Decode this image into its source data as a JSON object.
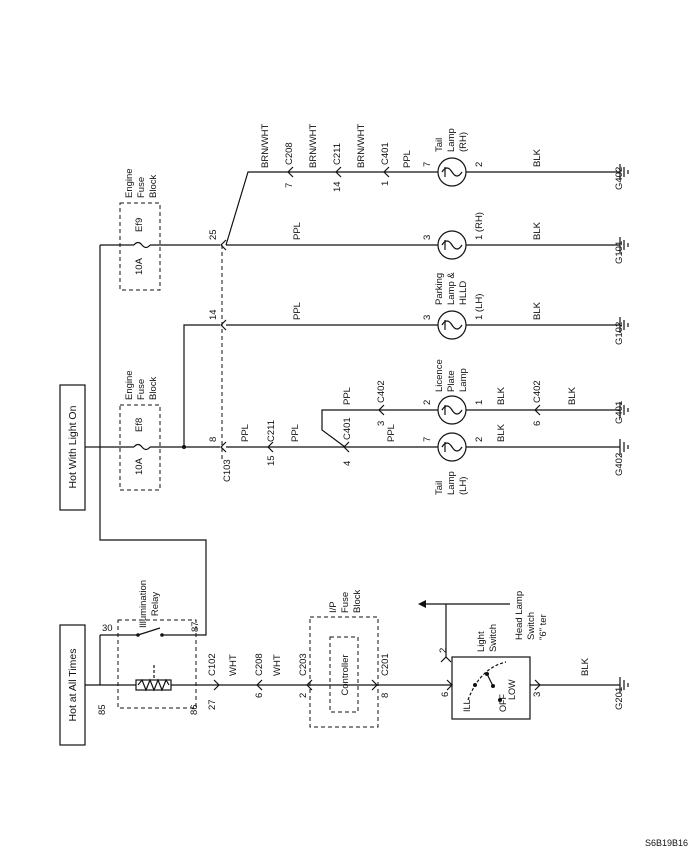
{
  "figure_code": "S6B19B16",
  "power": {
    "always": "Hot at All Times",
    "light_on": "Hot With Light On"
  },
  "relay": {
    "name": "Illumination Relay",
    "pins": [
      "30",
      "87",
      "85",
      "86"
    ]
  },
  "ipfuse": {
    "name": "I/P Fuse Block",
    "controller": "Controller",
    "c203": "C203",
    "c203_pin": "2",
    "c201": "C201",
    "c201_pin": "8"
  },
  "connectors": {
    "c102": "C102",
    "c102_pin": "27",
    "c208a": "C208",
    "c208a_pin": "6",
    "c103": "C103",
    "c211a": "C211",
    "c211a_pin": "15",
    "c401a": "C401",
    "c401a_pin": "4",
    "c402a": "C402",
    "c402a_pin": "3",
    "c402b": "C402",
    "c402b_pin": "6",
    "pin8": "8",
    "pin14": "14",
    "pin25": "25",
    "c208b": "C208",
    "c208b_pin": "7",
    "c211b": "C211",
    "c211b_pin": "14",
    "c401b": "C401",
    "c401b_pin": "1"
  },
  "fuses": [
    {
      "block": "Engine Fuse Block",
      "name": "Ef8",
      "rating": "10A"
    },
    {
      "block": "Engine Fuse Block",
      "name": "Ef9",
      "rating": "10A"
    }
  ],
  "wires": {
    "wht1": "WHT",
    "wht2": "WHT",
    "ppl": "PPL",
    "blk": "BLK",
    "brnwht": "BRN/WHT"
  },
  "lamps": [
    {
      "name": "Tail Lamp (LH)",
      "pin_in": "7",
      "pin_out": "2"
    },
    {
      "name": "Licence Plate Lamp",
      "pin_in": "2",
      "pin_out": "1"
    },
    {
      "name": "Parking Lamp & HLLD",
      "pin_in": "3",
      "pin_out": "1 (LH)"
    },
    {
      "name": "",
      "pin_in": "3",
      "pin_out": "1 (RH)"
    },
    {
      "name": "Tail Lamp (RH)",
      "pin_in": "7",
      "pin_out": "2"
    }
  ],
  "grounds": [
    "G402",
    "G401",
    "G102",
    "G101",
    "G402",
    "G201"
  ],
  "switch": {
    "name": "Light Switch",
    "pos_ill": "ILL",
    "pos_low": "LOW",
    "pos_off": "OFF",
    "pin_top": "2",
    "pin_in": "6",
    "pin_out": "3",
    "note": "Head Lamp Switch \"6\" ter"
  }
}
